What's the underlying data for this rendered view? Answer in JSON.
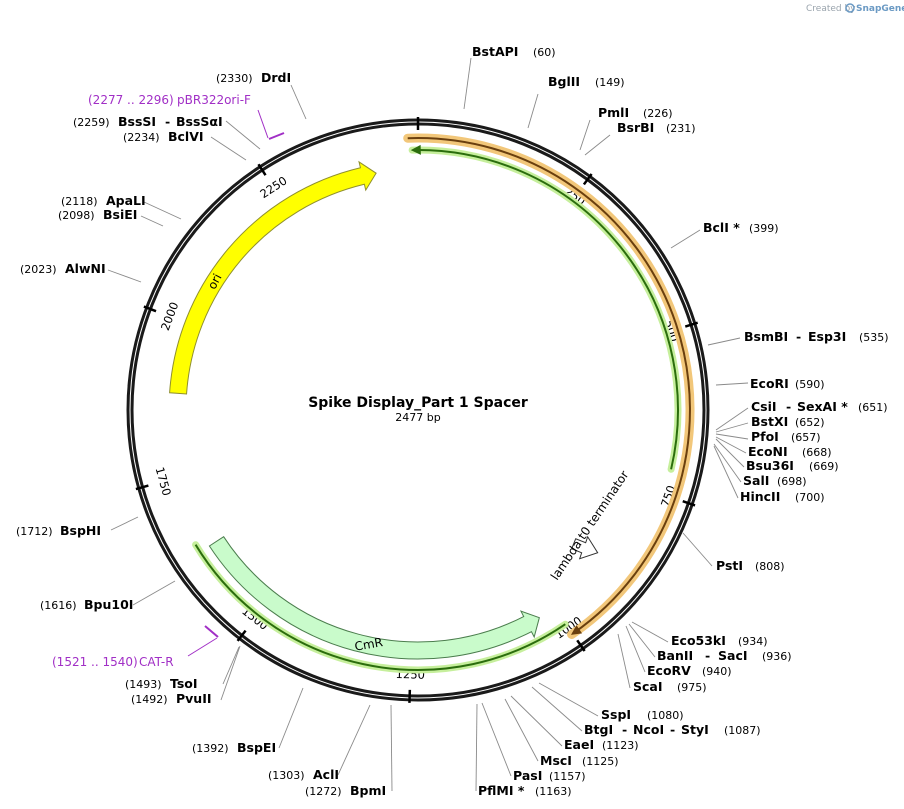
{
  "branding": {
    "created_by": "Created by",
    "app_name": "SnapGene"
  },
  "map": {
    "title": "Spike Display_Part 1 Spacer",
    "length_label": "2477 bp",
    "ticks": [
      "250",
      "500",
      "750",
      "1000",
      "1250",
      "1500",
      "1750",
      "2000",
      "2250"
    ]
  },
  "features": {
    "ori": "ori",
    "cmr": "CmR",
    "terminator": "lambda t0 terminator"
  },
  "primers": [
    {
      "range": "(2277 .. 2296)",
      "name": "pBR322ori-F"
    },
    {
      "range": "(1521 .. 1540)",
      "name": "CAT-R"
    }
  ],
  "sites": [
    {
      "name": "BstAPI",
      "pos": "(60)"
    },
    {
      "name": "BglII",
      "pos": "(149)"
    },
    {
      "name": "PmlI",
      "pos": "(226)"
    },
    {
      "name": "BsrBI",
      "pos": "(231)"
    },
    {
      "name": "BclI *",
      "pos": "(399)"
    },
    {
      "name": "BsmBI",
      "name2": "Esp3I",
      "pos": "(535)"
    },
    {
      "name": "EcoRI",
      "pos": "(590)"
    },
    {
      "name": "CsiI",
      "name2": "SexAI *",
      "pos": "(651)"
    },
    {
      "name": "BstXI",
      "pos": "(652)"
    },
    {
      "name": "PfoI",
      "pos": "(657)"
    },
    {
      "name": "EcoNI",
      "pos": "(668)"
    },
    {
      "name": "Bsu36I",
      "pos": "(669)"
    },
    {
      "name": "SalI",
      "pos": "(698)"
    },
    {
      "name": "HincII",
      "pos": "(700)"
    },
    {
      "name": "PstI",
      "pos": "(808)"
    },
    {
      "name": "Eco53kI",
      "pos": "(934)"
    },
    {
      "name": "BanII",
      "name2": "SacI",
      "pos": "(936)"
    },
    {
      "name": "EcoRV",
      "pos": "(940)"
    },
    {
      "name": "ScaI",
      "pos": "(975)"
    },
    {
      "name": "SspI",
      "pos": "(1080)"
    },
    {
      "name": "BtgI",
      "name2": "NcoI",
      "name3": "StyI",
      "pos": "(1087)"
    },
    {
      "name": "EaeI",
      "pos": "(1123)"
    },
    {
      "name": "MscI",
      "pos": "(1125)"
    },
    {
      "name": "PasI",
      "pos": "(1157)"
    },
    {
      "name": "PflMI *",
      "pos": "(1163)"
    },
    {
      "name": "BpmI",
      "pos": "(1272)"
    },
    {
      "name": "AclI",
      "pos": "(1303)"
    },
    {
      "name": "BspEI",
      "pos": "(1392)"
    },
    {
      "name": "PvuII",
      "pos": "(1492)"
    },
    {
      "name": "TsoI",
      "pos": "(1493)"
    },
    {
      "name": "Bpu10I",
      "pos": "(1616)"
    },
    {
      "name": "BspHI",
      "pos": "(1712)"
    },
    {
      "name": "AlwNI",
      "pos": "(2023)"
    },
    {
      "name": "BsiEI",
      "pos": "(2098)"
    },
    {
      "name": "ApaLI",
      "pos": "(2118)"
    },
    {
      "name": "BclVI",
      "pos": "(2234)"
    },
    {
      "name": "BssSI",
      "name2": "BssSαI",
      "pos": "(2259)"
    },
    {
      "name": "DrdI",
      "pos": "(2330)"
    }
  ]
}
